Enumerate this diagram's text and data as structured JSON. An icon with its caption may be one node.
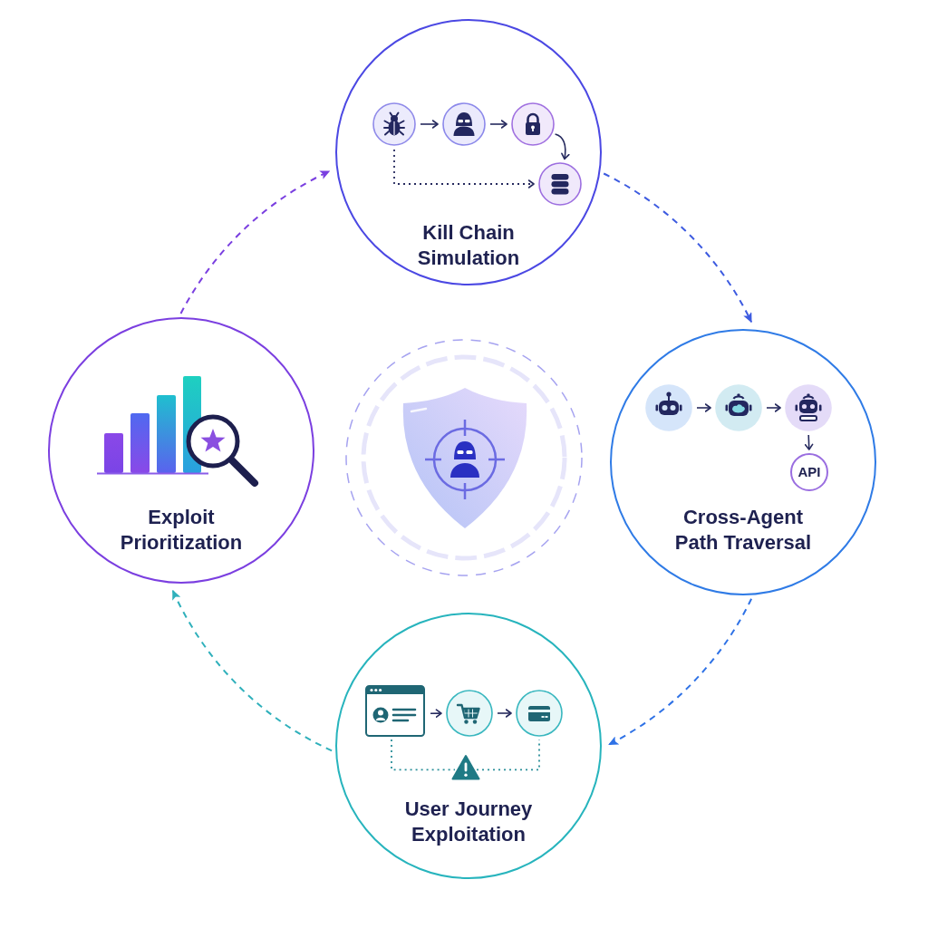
{
  "diagram": {
    "nodes": [
      {
        "text": [
          "Kill Chain Simulation"
        ]
      },
      {
        "text": [],
        "shape": "circle",
        "in": 0
      },
      {
        "text": [],
        "shape": "circle",
        "in": 0
      },
      {
        "text": [],
        "shape": "circle",
        "in": 0
      },
      {
        "text": [],
        "shape": "circle",
        "in": 0
      },
      {
        "text": [
          "Cross-Agent Path Traversal"
        ]
      },
      {
        "text": [],
        "shape": "circle",
        "in": 5
      },
      {
        "text": [],
        "shape": "circle",
        "in": 5
      },
      {
        "text": [],
        "shape": "circle",
        "in": 5
      },
      {
        "text": [
          "API"
        ],
        "in": 5
      },
      {
        "text": [
          "User Journey Exploitation"
        ]
      },
      {
        "text": [],
        "shape": "box",
        "in": 10
      },
      {
        "text": [],
        "shape": "circle",
        "in": 10
      },
      {
        "text": [],
        "shape": "circle",
        "in": 10
      },
      {
        "text": [],
        "shape": "triangle",
        "in": 10
      },
      {
        "text": [
          "Exploit Prioritization"
        ]
      }
    ],
    "edges": [
      {
        "from": 0,
        "to": 5,
        "arrow": "to",
        "style": "dashed",
        "color": "#3d5be0"
      },
      {
        "from": 5,
        "to": 10,
        "arrow": "to",
        "style": "dashed",
        "color": "#2f72e6"
      },
      {
        "from": 10,
        "to": 15,
        "arrow": "to",
        "style": "dashed",
        "color": "#2fb0bb"
      },
      {
        "from": 15,
        "to": 0,
        "arrow": "to",
        "style": "dashed",
        "color": "#7a3fe0"
      },
      {
        "from": 1,
        "to": 2,
        "arrow": "to"
      },
      {
        "from": 2,
        "to": 3,
        "arrow": "to"
      },
      {
        "from": 3,
        "to": 4,
        "arrow": "to"
      },
      {
        "from": 1,
        "to": 4,
        "arrow": "to",
        "style": "dashed"
      },
      {
        "from": 6,
        "to": 7,
        "arrow": "to"
      },
      {
        "from": 7,
        "to": 8,
        "arrow": "to"
      },
      {
        "from": 8,
        "to": 9,
        "arrow": "to"
      },
      {
        "from": 11,
        "to": 12,
        "arrow": "to"
      },
      {
        "from": 12,
        "to": 13,
        "arrow": "to"
      },
      {
        "from": 11,
        "to": 14,
        "arrow": "none",
        "style": "dashed",
        "color": "#2a8f9a"
      },
      {
        "from": 14,
        "to": 13,
        "arrow": "none",
        "style": "dashed",
        "color": "#2a8f9a"
      }
    ]
  }
}
